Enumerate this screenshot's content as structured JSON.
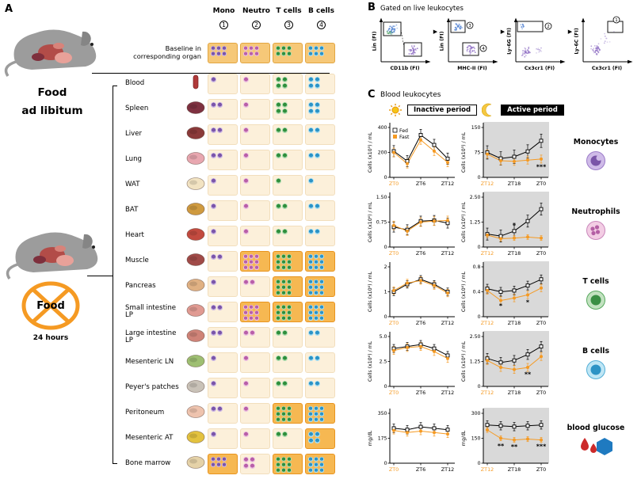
{
  "panelA": {
    "label": "A",
    "fed_line1": "Food",
    "fed_line2": "ad libitum",
    "fast_circle_label": "Food",
    "fast_duration": "24 hours",
    "baseline_line1": "Baseline in",
    "baseline_line2": "corresponding organ",
    "columns": [
      {
        "label": "Mono",
        "num": "1"
      },
      {
        "label": "Neutro",
        "num": "2"
      },
      {
        "label": "T cells",
        "num": "3"
      },
      {
        "label": "B cells",
        "num": "4"
      }
    ],
    "baseline_counts": [
      6,
      6,
      6,
      6
    ],
    "organs": [
      {
        "name": "Blood",
        "color": "#b03a3a",
        "counts": [
          1,
          1,
          4,
          4
        ],
        "hl": [
          0,
          0,
          0,
          0
        ]
      },
      {
        "name": "Spleen",
        "color": "#7e3140",
        "counts": [
          2,
          1,
          4,
          4
        ],
        "hl": [
          0,
          0,
          0,
          0
        ]
      },
      {
        "name": "Liver",
        "color": "#8a3a3a",
        "counts": [
          2,
          1,
          2,
          2
        ],
        "hl": [
          0,
          0,
          0,
          0
        ]
      },
      {
        "name": "Lung",
        "color": "#e8a7b0",
        "counts": [
          2,
          1,
          2,
          2
        ],
        "hl": [
          0,
          0,
          0,
          0
        ]
      },
      {
        "name": "WAT",
        "color": "#f2e3c2",
        "counts": [
          1,
          1,
          1,
          1
        ],
        "hl": [
          0,
          0,
          0,
          0
        ]
      },
      {
        "name": "BAT",
        "color": "#cf9a3f",
        "counts": [
          1,
          1,
          2,
          2
        ],
        "hl": [
          0,
          0,
          0,
          0
        ]
      },
      {
        "name": "Heart",
        "color": "#c24a3f",
        "counts": [
          1,
          1,
          2,
          2
        ],
        "hl": [
          0,
          0,
          0,
          0
        ]
      },
      {
        "name": "Muscle",
        "color": "#a04a48",
        "counts": [
          2,
          9,
          9,
          9
        ],
        "hl": [
          0,
          1,
          1,
          1
        ]
      },
      {
        "name": "Pancreas",
        "color": "#e0b183",
        "counts": [
          1,
          2,
          9,
          9
        ],
        "hl": [
          0,
          0,
          1,
          1
        ]
      },
      {
        "name": "Small intestine LP",
        "color": "#e09a92",
        "counts": [
          2,
          9,
          9,
          9
        ],
        "hl": [
          0,
          1,
          1,
          1
        ]
      },
      {
        "name": "Large intestine LP",
        "color": "#cf8378",
        "counts": [
          2,
          2,
          2,
          2
        ],
        "hl": [
          0,
          0,
          0,
          0
        ]
      },
      {
        "name": "Mesenteric LN",
        "color": "#9ebf72",
        "counts": [
          1,
          1,
          2,
          2
        ],
        "hl": [
          0,
          0,
          0,
          0
        ]
      },
      {
        "name": "Peyer's patches",
        "color": "#c9c2b8",
        "counts": [
          1,
          1,
          2,
          2
        ],
        "hl": [
          0,
          0,
          0,
          0
        ]
      },
      {
        "name": "Peritoneum",
        "color": "#eec3ae",
        "counts": [
          2,
          1,
          9,
          9
        ],
        "hl": [
          0,
          0,
          1,
          1
        ]
      },
      {
        "name": "Mesenteric AT",
        "color": "#e3c23f",
        "counts": [
          1,
          1,
          2,
          4
        ],
        "hl": [
          0,
          0,
          0,
          1
        ]
      },
      {
        "name": "Bone marrow",
        "color": "#e5d2a8",
        "counts": [
          6,
          4,
          9,
          9
        ],
        "hl": [
          1,
          0,
          1,
          1
        ]
      }
    ]
  },
  "panelB": {
    "label": "B",
    "title": "Gated on live leukocytes",
    "plots": [
      {
        "xlabel": "CD11b (FI)",
        "ylabel": "Lin (FI)",
        "gates": []
      },
      {
        "xlabel": "MHC-II (FI)",
        "ylabel": "Lin (FI)",
        "gates": [
          "3",
          "4"
        ]
      },
      {
        "xlabel": "Cx3cr1 (FI)",
        "ylabel": "Ly-6G (FI)",
        "gates": [
          "2"
        ]
      },
      {
        "xlabel": "Cx3cr1 (FI)",
        "ylabel": "Ly-6C (FI)",
        "gates": [
          "1"
        ]
      }
    ]
  },
  "panelC": {
    "label": "C",
    "title": "Blood leukocytes",
    "legend": {
      "inactive": "Inactive period",
      "active": "Active period"
    },
    "rows": [
      {
        "name": "Monocytes"
      },
      {
        "name": "Neutrophils"
      },
      {
        "name": "T cells"
      },
      {
        "name": "B cells"
      },
      {
        "name": "blood glucose"
      }
    ]
  },
  "chart_data": [
    {
      "type": "line",
      "group": "Monocytes",
      "period": "inactive",
      "ylabel": "Cells (x10³) / mL",
      "ylim": [
        0,
        400
      ],
      "yticks": [
        0,
        200,
        400
      ],
      "ytick_labels": [
        "0",
        "200",
        "400"
      ],
      "x_points": [
        "ZT0",
        "ZT3",
        "ZT6",
        "ZT9",
        "ZT12"
      ],
      "xtick_labels": [
        "ZT0",
        "ZT6",
        "ZT12"
      ],
      "legend": true,
      "series": [
        {
          "name": "Fed",
          "values": [
            210,
            130,
            340,
            260,
            150
          ],
          "err": 45
        },
        {
          "name": "Fast",
          "values": [
            200,
            110,
            300,
            210,
            120
          ],
          "err": 35
        }
      ],
      "annotations": []
    },
    {
      "type": "line",
      "group": "Monocytes",
      "period": "active",
      "ylabel": "Cells (x10³) / mL",
      "ylim": [
        0,
        150
      ],
      "yticks": [
        0,
        75,
        150
      ],
      "ytick_labels": [
        "0",
        "75",
        "150"
      ],
      "x_points": [
        "ZT12",
        "ZT15",
        "ZT18",
        "ZT21",
        "ZT0"
      ],
      "xtick_labels": [
        "ZT12",
        "ZT18",
        "ZT0"
      ],
      "legend": false,
      "series": [
        {
          "name": "Fed",
          "values": [
            75,
            57,
            62,
            78,
            110
          ],
          "err": 20
        },
        {
          "name": "Fast",
          "values": [
            70,
            50,
            48,
            52,
            55
          ],
          "err": 12
        }
      ],
      "annotations": [
        {
          "xi": 4,
          "y": 25,
          "text": "***"
        }
      ]
    },
    {
      "type": "line",
      "group": "Neutrophils",
      "period": "inactive",
      "ylabel": "Cells (x10⁶) / mL",
      "ylim": [
        0,
        1.5
      ],
      "yticks": [
        0,
        0.75,
        1.5
      ],
      "ytick_labels": [
        "0",
        "0.75",
        "1.50"
      ],
      "x_points": [
        "ZT0",
        "ZT3",
        "ZT6",
        "ZT9",
        "ZT12"
      ],
      "xtick_labels": [
        "ZT0",
        "ZT6",
        "ZT12"
      ],
      "legend": false,
      "series": [
        {
          "name": "Fed",
          "values": [
            0.6,
            0.52,
            0.78,
            0.8,
            0.72
          ],
          "err": 0.15
        },
        {
          "name": "Fast",
          "values": [
            0.65,
            0.48,
            0.75,
            0.78,
            0.8
          ],
          "err": 0.13
        }
      ],
      "annotations": []
    },
    {
      "type": "line",
      "group": "Neutrophils",
      "period": "active",
      "ylabel": "Cells (x10⁶) / mL",
      "ylim": [
        0,
        2.5
      ],
      "yticks": [
        0,
        1.25,
        2.5
      ],
      "ytick_labels": [
        "0",
        "1.25",
        "2.50"
      ],
      "x_points": [
        "ZT12",
        "ZT15",
        "ZT18",
        "ZT21",
        "ZT0"
      ],
      "xtick_labels": [
        "ZT12",
        "ZT18",
        "ZT0"
      ],
      "legend": false,
      "series": [
        {
          "name": "Fed",
          "values": [
            0.65,
            0.55,
            0.8,
            1.3,
            1.9
          ],
          "err": 0.3
        },
        {
          "name": "Fast",
          "values": [
            0.6,
            0.42,
            0.45,
            0.5,
            0.45
          ],
          "err": 0.12
        }
      ],
      "annotations": [
        {
          "xi": 2,
          "y": 1.0,
          "text": "*"
        }
      ]
    },
    {
      "type": "line",
      "group": "T cells",
      "period": "inactive",
      "ylabel": "Cells (x10⁶) / mL",
      "ylim": [
        0,
        2
      ],
      "yticks": [
        0,
        1,
        2
      ],
      "ytick_labels": [
        "0",
        "1",
        "2"
      ],
      "x_points": [
        "ZT0",
        "ZT3",
        "ZT6",
        "ZT9",
        "ZT12"
      ],
      "xtick_labels": [
        "ZT0",
        "ZT6",
        "ZT12"
      ],
      "legend": false,
      "series": [
        {
          "name": "Fed",
          "values": [
            1.0,
            1.3,
            1.5,
            1.3,
            1.0
          ],
          "err": 0.15
        },
        {
          "name": "Fast",
          "values": [
            1.05,
            1.35,
            1.45,
            1.25,
            0.95
          ],
          "err": 0.15
        }
      ],
      "annotations": []
    },
    {
      "type": "line",
      "group": "T cells",
      "period": "active",
      "ylabel": "Cells (x10⁶) / mL",
      "ylim": [
        0,
        0.8
      ],
      "yticks": [
        0,
        0.4,
        0.8
      ],
      "ytick_labels": [
        "0",
        "0.4",
        "0.8"
      ],
      "x_points": [
        "ZT12",
        "ZT15",
        "ZT18",
        "ZT21",
        "ZT0"
      ],
      "xtick_labels": [
        "ZT12",
        "ZT18",
        "ZT0"
      ],
      "legend": false,
      "series": [
        {
          "name": "Fed",
          "values": [
            0.45,
            0.4,
            0.42,
            0.5,
            0.6
          ],
          "err": 0.07
        },
        {
          "name": "Fast",
          "values": [
            0.42,
            0.26,
            0.3,
            0.35,
            0.46
          ],
          "err": 0.06
        }
      ],
      "annotations": [
        {
          "xi": 1,
          "y": 0.14,
          "text": "*"
        },
        {
          "xi": 3,
          "y": 0.2,
          "text": "*"
        }
      ]
    },
    {
      "type": "line",
      "group": "B cells",
      "period": "inactive",
      "ylabel": "Cells (x10⁶) / mL",
      "ylim": [
        0,
        5
      ],
      "yticks": [
        0,
        2.5,
        5
      ],
      "ytick_labels": [
        "0",
        "2.5",
        "5.0"
      ],
      "x_points": [
        "ZT0",
        "ZT3",
        "ZT6",
        "ZT9",
        "ZT12"
      ],
      "xtick_labels": [
        "ZT0",
        "ZT6",
        "ZT12"
      ],
      "legend": false,
      "series": [
        {
          "name": "Fed",
          "values": [
            3.8,
            4.0,
            4.2,
            3.8,
            3.1
          ],
          "err": 0.4
        },
        {
          "name": "Fast",
          "values": [
            3.6,
            3.9,
            4.0,
            3.5,
            2.8
          ],
          "err": 0.4
        }
      ],
      "annotations": []
    },
    {
      "type": "line",
      "group": "B cells",
      "period": "active",
      "ylabel": "Cells (x10⁶) / mL",
      "ylim": [
        0,
        2.5
      ],
      "yticks": [
        0,
        1.25,
        2.5
      ],
      "ytick_labels": [
        "0",
        "1.25",
        "2.50"
      ],
      "x_points": [
        "ZT12",
        "ZT15",
        "ZT18",
        "ZT21",
        "ZT0"
      ],
      "xtick_labels": [
        "ZT12",
        "ZT18",
        "ZT0"
      ],
      "legend": false,
      "series": [
        {
          "name": "Fed",
          "values": [
            1.4,
            1.2,
            1.3,
            1.6,
            2.0
          ],
          "err": 0.25
        },
        {
          "name": "Fast",
          "values": [
            1.3,
            0.95,
            0.85,
            0.95,
            1.5
          ],
          "err": 0.2
        }
      ],
      "annotations": [
        {
          "xi": 3,
          "y": 0.5,
          "text": "**"
        }
      ]
    },
    {
      "type": "line",
      "group": "blood glucose",
      "period": "inactive",
      "ylabel": "mg/dL",
      "ylim": [
        0,
        350
      ],
      "yticks": [
        0,
        175,
        350
      ],
      "ytick_labels": [
        "0",
        "175",
        "350"
      ],
      "x_points": [
        "ZT0",
        "ZT3",
        "ZT6",
        "ZT9",
        "ZT12"
      ],
      "xtick_labels": [
        "ZT0",
        "ZT6",
        "ZT12"
      ],
      "legend": false,
      "series": [
        {
          "name": "Fed",
          "values": [
            245,
            235,
            255,
            245,
            235
          ],
          "err": 30
        },
        {
          "name": "Fast",
          "values": [
            230,
            215,
            225,
            215,
            205
          ],
          "err": 25
        }
      ],
      "annotations": []
    },
    {
      "type": "line",
      "group": "blood glucose",
      "period": "active",
      "ylabel": "mg/dL",
      "ylim": [
        0,
        300
      ],
      "yticks": [
        0,
        150,
        300
      ],
      "ytick_labels": [
        "0",
        "150",
        "300"
      ],
      "x_points": [
        "ZT12",
        "ZT15",
        "ZT18",
        "ZT21",
        "ZT0"
      ],
      "xtick_labels": [
        "ZT12",
        "ZT18",
        "ZT0"
      ],
      "legend": false,
      "series": [
        {
          "name": "Fed",
          "values": [
            230,
            225,
            220,
            225,
            230
          ],
          "err": 25
        },
        {
          "name": "Fast",
          "values": [
            200,
            150,
            140,
            145,
            140
          ],
          "err": 15
        }
      ],
      "annotations": [
        {
          "xi": 1,
          "y": 90,
          "text": "**"
        },
        {
          "xi": 2,
          "y": 85,
          "text": "**"
        },
        {
          "xi": 4,
          "y": 88,
          "text": "***"
        }
      ]
    }
  ],
  "colors": {
    "fed": "#000000",
    "fast": "#f59a23",
    "active_bg": "#d9d9d9",
    "highlight_box": "#f6b852",
    "baseline_box": "#f6c878",
    "normal_box": "#fcf0da"
  }
}
